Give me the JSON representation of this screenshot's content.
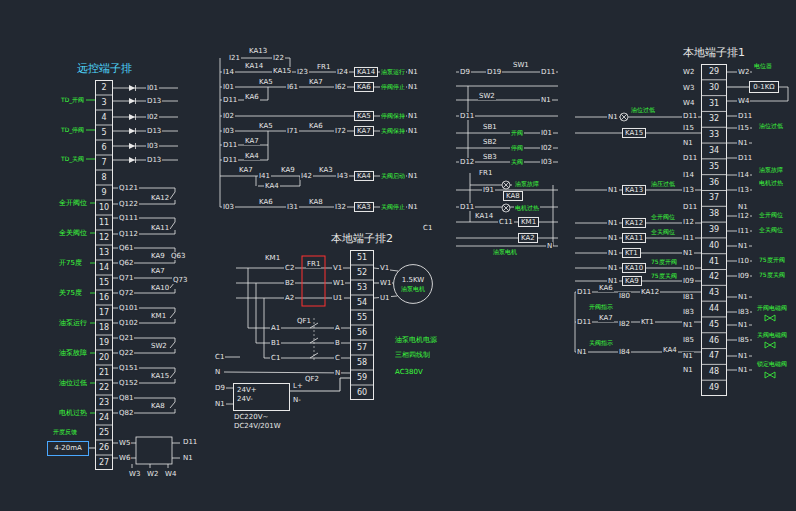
{
  "diagram": {
    "nodes": [
      {
        "text": [
          "远控端子排"
        ]
      },
      {
        "text": [
          "4-20mA"
        ]
      },
      {
        "text": [
          "本地端子排2"
        ]
      },
      {
        "text": [
          "1.5KW",
          "油泵电机"
        ]
      },
      {
        "text": [
          "24V+",
          "24V-",
          "DC220V~ DC24V/201W"
        ]
      },
      {
        "text": [
          "本地端子排1"
        ]
      },
      {
        "text": [
          "0-1KΩ"
        ]
      }
    ],
    "edges": [
      {
        "from": 1,
        "to": 0,
        "arrow": "none"
      },
      {
        "from": 2,
        "to": 3,
        "arrow": "none"
      },
      {
        "from": 4,
        "to": 2,
        "arrow": "none"
      },
      {
        "from": 6,
        "to": 5,
        "arrow": "none"
      }
    ],
    "labels": [
      "2",
      "3",
      "4",
      "5",
      "6",
      "7",
      "8",
      "9",
      "10",
      "11",
      "12",
      "13",
      "14",
      "15",
      "16",
      "17",
      "18",
      "19",
      "20",
      "21",
      "22",
      "23",
      "24",
      "25",
      "26",
      "27",
      "29",
      "30",
      "31",
      "32",
      "33",
      "34",
      "35",
      "36",
      "37",
      "38",
      "39",
      "40",
      "41",
      "42",
      "43",
      "44",
      "45",
      "46",
      "47",
      "48",
      "49",
      "51",
      "52",
      "53",
      "54",
      "55",
      "56",
      "57",
      "58",
      "59",
      "60",
      "TD_开阀",
      "TD_停阀",
      "TD_关阀",
      "I01",
      "D13",
      "I02",
      "D13",
      "I03",
      "D13",
      "Q121",
      "Q122",
      "KA12",
      "全开阀位",
      "Q111",
      "Q112",
      "KA11",
      "全关阀位",
      "Q61",
      "Q62",
      "KA9",
      "KA7",
      "Q63",
      "开75度",
      "Q71",
      "Q72",
      "KA10",
      "Q73",
      "关75度",
      "Q101",
      "Q102",
      "KM1",
      "油泵运行",
      "Q21",
      "Q22",
      "SW2",
      "油泵故障",
      "Q151",
      "Q152",
      "KA15",
      "油位过低",
      "Q81",
      "Q82",
      "KA8",
      "电机过热",
      "开度反馈",
      "W5",
      "W6",
      "D11",
      "N1",
      "W3",
      "W2",
      "W4",
      "I21",
      "KA13",
      "I22",
      "I14",
      "KA14",
      "KA15",
      "I23",
      "FR1",
      "I24",
      "KA14",
      "油泵运行",
      "N1",
      "I01",
      "KA5",
      "I61",
      "KA7",
      "I62",
      "KA6",
      "停阀停止",
      "N1",
      "D11",
      "KA6",
      "I02",
      "KA5",
      "停阀保持",
      "N1",
      "I03",
      "KA5",
      "I71",
      "KA6",
      "I72",
      "KA7",
      "关阀保持",
      "N1",
      "D11",
      "KA7",
      "D11",
      "KA4",
      "KA7",
      "I41",
      "KA9",
      "I42",
      "KA3",
      "I43",
      "KA4",
      "关阀启动",
      "N1",
      "KA4",
      "I03",
      "KA6",
      "I31",
      "KA8",
      "I32",
      "KA3",
      "关阀停止",
      "N1",
      "C1",
      "KM1",
      "FR1",
      "C2",
      "B2",
      "A2",
      "V1",
      "W1",
      "U1",
      "V1",
      "W1",
      "U1",
      "A1",
      "B1",
      "C1",
      "QF1",
      "A",
      "B",
      "C",
      "N",
      "C1",
      "N",
      "D9",
      "N1",
      "L+",
      "N-",
      "QF2",
      "油泵电机电源",
      "三相四线制",
      "AC380V",
      "D9",
      "D19",
      "SW1",
      "D11",
      "SW2",
      "N1",
      "D11",
      "SB1",
      "开阀",
      "I01",
      "SB2",
      "停阀",
      "I02",
      "D12",
      "SB3",
      "关阀",
      "I03",
      "FR1",
      "油泵故障",
      "I91",
      "KA8",
      "D11",
      "电机过热",
      "KA14",
      "C11",
      "KM1",
      "KA2",
      "油泵电机",
      "N",
      "电位器",
      "W2",
      "W3",
      "W4",
      "W2",
      "W4",
      "N1",
      "油位过低",
      "KA15",
      "D11",
      "I15",
      "D11",
      "I15",
      "油位过低",
      "N1",
      "N1",
      "D11",
      "D11",
      "I14",
      "I14",
      "油泵故障",
      "I13",
      "I13",
      "电机过热",
      "N1",
      "KA13",
      "油压过低",
      "D11",
      "N1",
      "N1",
      "KA12",
      "全开阀位",
      "I12",
      "I12",
      "全开阀位",
      "N1",
      "KA11",
      "全关阀位",
      "I11",
      "I11",
      "全关阀位",
      "N1",
      "KT1",
      "N1",
      "N1",
      "N1",
      "KA10",
      "75度开阀",
      "I10",
      "I10",
      "75度开阀",
      "N1",
      "KA9",
      "75度关阀",
      "I09",
      "I09",
      "75度关阀",
      "D11",
      "KA6",
      "I80",
      "KA12",
      "I81",
      "N1",
      "开阀指示",
      "D11",
      "KA7",
      "I82",
      "KT1",
      "I83",
      "I83",
      "开阀电磁阀",
      "N1",
      "N1",
      "关阀指示",
      "N1",
      "I84",
      "KA4",
      "I85",
      "I85",
      "关阀电磁阀",
      "N1",
      "N1",
      "锁定电磁阀",
      "N1",
      "N1"
    ]
  }
}
